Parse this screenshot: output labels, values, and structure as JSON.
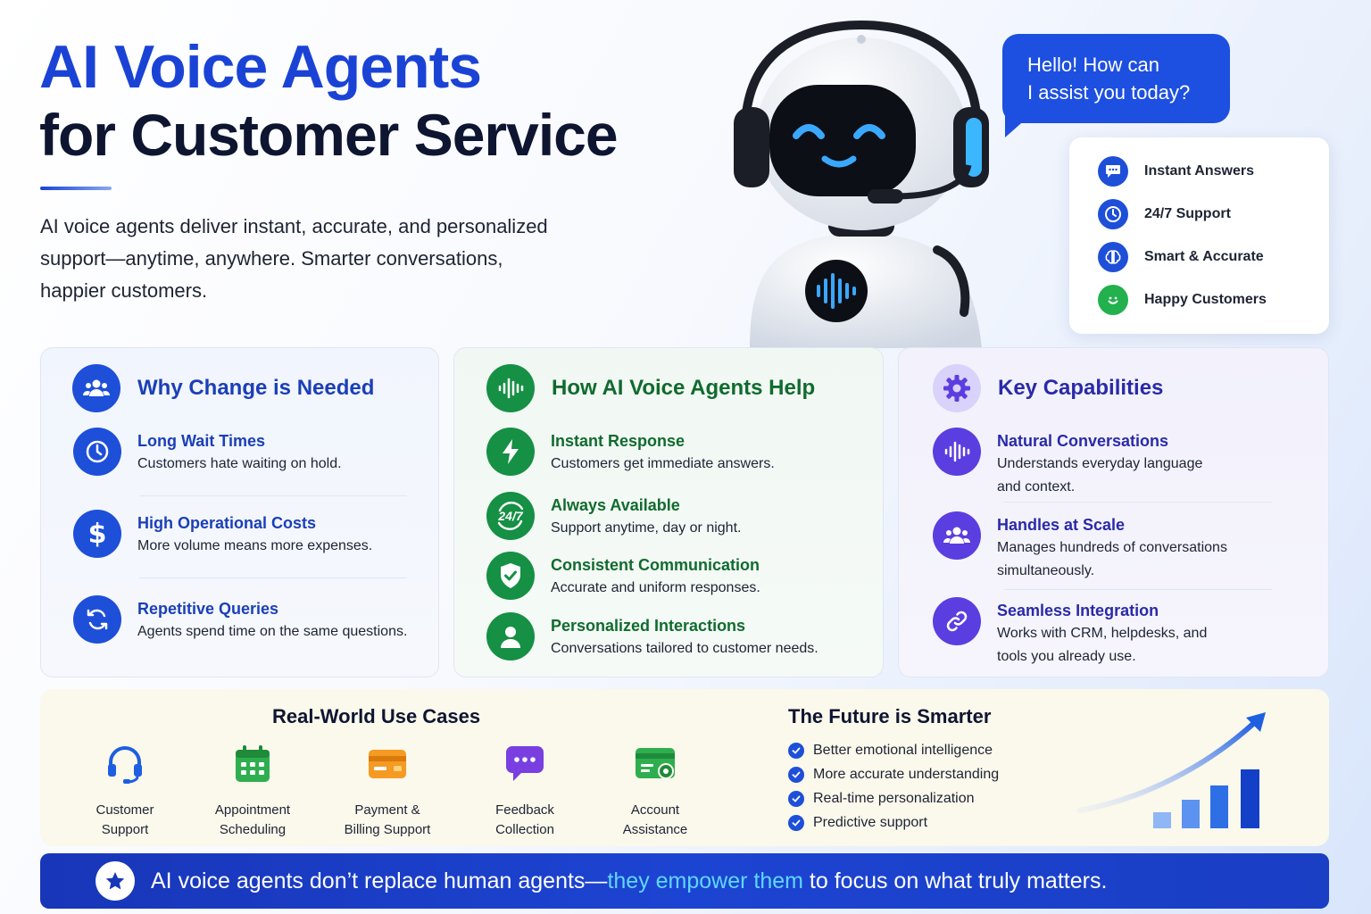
{
  "hero": {
    "title_line1": "AI Voice Agents",
    "title_line2": "for Customer Service",
    "intro_line1": "AI voice agents deliver instant, accurate, and personalized",
    "intro_line2": "support—anytime, anywhere. Smarter conversations,",
    "intro_line3": "happier customers."
  },
  "bubble": {
    "line1": "Hello! How can",
    "line2": "I assist you today?"
  },
  "features": [
    {
      "label": "Instant Answers",
      "icon": "chat-bubble-icon",
      "color": "#1e4fd8"
    },
    {
      "label": "24/7 Support",
      "icon": "clock-icon",
      "color": "#1e4fd8"
    },
    {
      "label": "Smart & Accurate",
      "icon": "brain-icon",
      "color": "#1e4fd8"
    },
    {
      "label": "Happy Customers",
      "icon": "smiley-icon",
      "color": "#22b14c"
    }
  ],
  "cards": {
    "why": {
      "title": "Why Change is Needed",
      "items": [
        {
          "title": "Long Wait Times",
          "desc": "Customers hate waiting on hold."
        },
        {
          "title": "High Operational Costs",
          "desc": "More volume means more expenses."
        },
        {
          "title": "Repetitive Queries",
          "desc": "Agents spend time on the same questions."
        }
      ]
    },
    "how": {
      "title": "How AI Voice Agents Help",
      "items": [
        {
          "title": "Instant Response",
          "desc": "Customers get immediate answers."
        },
        {
          "title": "Always Available",
          "desc": "Support anytime, day or night."
        },
        {
          "title": "Consistent Communication",
          "desc": "Accurate and uniform responses."
        },
        {
          "title": "Personalized Interactions",
          "desc": "Conversations tailored to customer needs."
        }
      ],
      "badge_247": "24/7"
    },
    "caps": {
      "title": "Key Capabilities",
      "items": [
        {
          "title": "Natural Conversations",
          "desc1": "Understands everyday language",
          "desc2": "and context."
        },
        {
          "title": "Handles at Scale",
          "desc1": "Manages hundreds of conversations",
          "desc2": "simultaneously."
        },
        {
          "title": "Seamless Integration",
          "desc1": "Works with CRM, helpdesks, and",
          "desc2": "tools you already use."
        }
      ]
    }
  },
  "use_cases": {
    "title": "Real-World Use Cases",
    "items": [
      {
        "line1": "Customer",
        "line2": "Support",
        "icon": "headset-icon"
      },
      {
        "line1": "Appointment",
        "line2": "Scheduling",
        "icon": "calendar-icon"
      },
      {
        "line1": "Payment &",
        "line2": "Billing Support",
        "icon": "credit-card-icon"
      },
      {
        "line1": "Feedback",
        "line2": "Collection",
        "icon": "chat-dots-icon"
      },
      {
        "line1": "Account",
        "line2": "Assistance",
        "icon": "account-card-icon"
      }
    ]
  },
  "future": {
    "title": "The Future is Smarter",
    "items": [
      "Better emotional intelligence",
      "More accurate understanding",
      "Real-time personalization",
      "Predictive support"
    ]
  },
  "banner": {
    "part1": "AI voice agents don’t replace human agents—",
    "highlight": "they empower them",
    "part2": " to focus on what truly matters."
  },
  "colors": {
    "brand_blue": "#1a43d6",
    "green": "#159044",
    "purple": "#5a3ee0",
    "highlight_cyan": "#5fd7ff"
  }
}
